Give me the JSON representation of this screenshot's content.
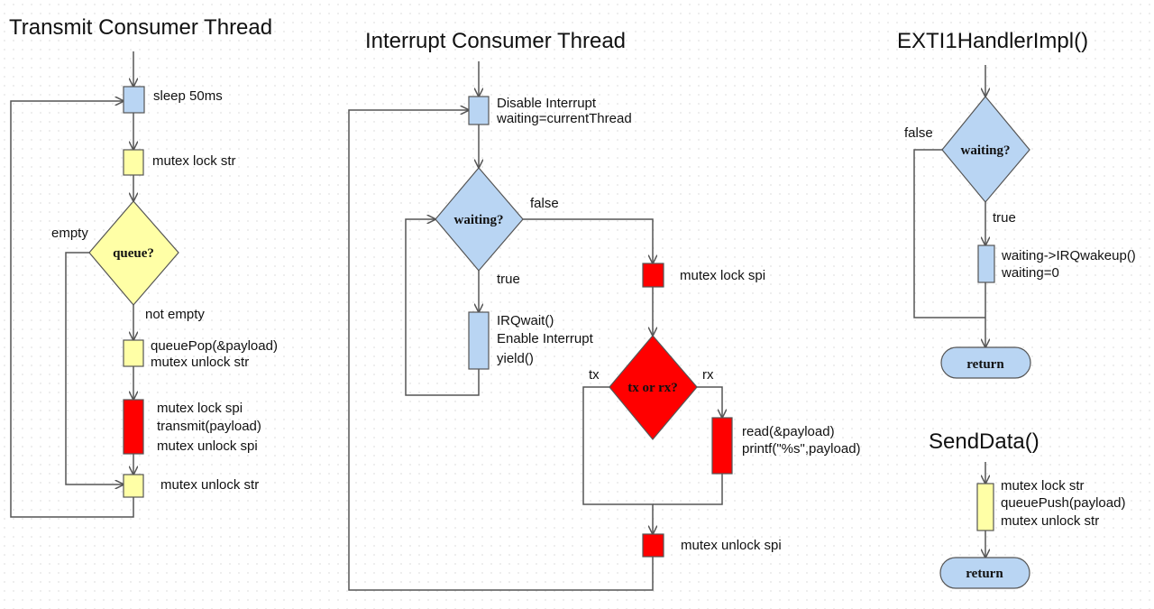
{
  "colors": {
    "blue": "#b9d5f3",
    "yellow": "#ffffa6",
    "red": "#ff0000",
    "stroke": "#555555"
  },
  "transmit": {
    "title": "Transmit Consumer Thread",
    "sleep": "sleep 50ms",
    "lock_str": "mutex lock str",
    "decision": "queue?",
    "empty": "empty",
    "not_empty": "not empty",
    "pop": [
      "queuePop(&payload)",
      "mutex unlock str"
    ],
    "spi": [
      "mutex lock spi",
      "transmit(payload)",
      "mutex unlock spi"
    ],
    "unlock_str": "mutex unlock str"
  },
  "interrupt": {
    "title": "Interrupt Consumer Thread",
    "disable": [
      "Disable Interrupt",
      "waiting=currentThread"
    ],
    "decision": "waiting?",
    "false": "false",
    "true": "true",
    "irq": [
      "IRQwait()",
      "Enable Interrupt",
      "yield()"
    ],
    "lock_spi": "mutex lock spi",
    "txrx": "tx or rx?",
    "tx": "tx",
    "rx": "rx",
    "read": [
      "read(&payload)",
      "printf(\"%s\",payload)"
    ],
    "unlock_spi": "mutex unlock spi"
  },
  "exti": {
    "title": "EXTI1HandlerImpl()",
    "decision": "waiting?",
    "false": "false",
    "true": "true",
    "wake": [
      "waiting->IRQwakeup()",
      "waiting=0"
    ],
    "return": "return"
  },
  "send": {
    "title": "SendData()",
    "ops": [
      "mutex lock str",
      "queuePush(payload)",
      "mutex unlock str"
    ],
    "return": "return"
  }
}
